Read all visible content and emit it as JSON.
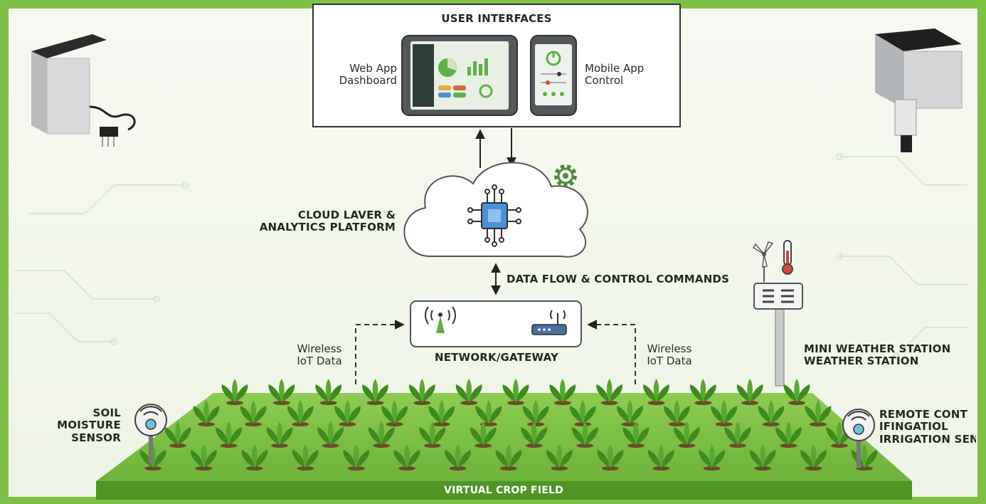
{
  "user_interfaces": {
    "title": "USER INTERFACES",
    "web_app_label_line1": "Web App",
    "web_app_label_line2": "Dashboard",
    "mobile_app_label_line1": "Mobile App",
    "mobile_app_label_line2": "Control"
  },
  "cloud": {
    "label_line1": "CLOUD LAVER &",
    "label_line2": "ANALYTICS PLATFORM"
  },
  "data_flow": {
    "label": "DATA FLOW & CONTROL COMMANDS"
  },
  "gateway": {
    "label": "NETWORK/GATEWAY"
  },
  "wireless_left": {
    "line1": "Wireless",
    "line2": "IoT Data"
  },
  "wireless_right": {
    "line1": "Wireless",
    "line2": "IoT Data"
  },
  "weather": {
    "line1": "MINI WEATHER STATION",
    "line2": "WEATHER STATION"
  },
  "soil_sensor": {
    "line1": "SOIL",
    "line2": "MOISTURE",
    "line3": "SENSOR"
  },
  "irrigation_sensor": {
    "line1": "REMOTE CONT",
    "line2": "IFINGATIOL",
    "line3": "IRRIGATION SEN"
  },
  "field": {
    "label": "VIRTUAL CROP FIELD"
  },
  "colors": {
    "frame": "#7bc043",
    "field_green": "#5aa12c",
    "leaf": "#3f8a1f",
    "accent_gear": "#4e8a3c"
  }
}
